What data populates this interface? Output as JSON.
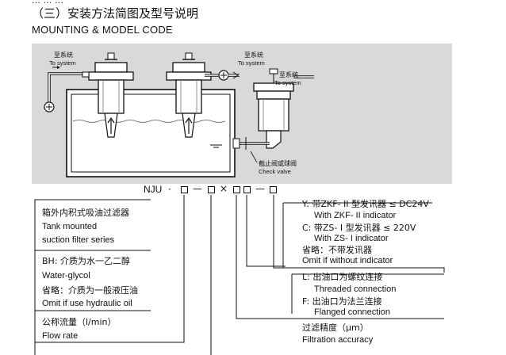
{
  "cropped_header": "… … …",
  "heading": {
    "cn": "（三）安装方法简图及型号说明",
    "en": "MOUNTING & MODEL CODE"
  },
  "diagram": {
    "outlet_left": {
      "cn": "至系统",
      "en": "To system"
    },
    "outlet_right": {
      "cn": "至系统",
      "en": "To system"
    },
    "check_valve": {
      "cn": "截止阀或球阀",
      "en": "Check valve"
    },
    "colors": {
      "panel": "#d7d7d7",
      "line": "#111111"
    }
  },
  "code": {
    "prefix": "NJU",
    "dot": "·",
    "dash1": "—",
    "times": "×",
    "dash2": "—"
  },
  "tank_filter": {
    "cn": "箱外内积式吸油过滤器",
    "en1": "Tank mounted",
    "en2": "suction filter series"
  },
  "medium": {
    "bh_cn": "BH: 介质为水一乙二醇",
    "bh_en": "Water-glycol",
    "omit_cn": "省略：介质为一般液压油",
    "omit_en": "Omit if use hydraulic oil"
  },
  "flow": {
    "cn": "公称流量（l/min）",
    "en": "Flow rate"
  },
  "indicator": {
    "y_cn": "Y: 带ZKF- II 型发讯器 ≤ DC24V",
    "y_en": "With ZKF- II indicator",
    "c_cn": "C: 带ZS- I 型发讯器 ≤ 220V",
    "c_en": "With ZS- I indicator",
    "none_cn": "省略：不带发讯器",
    "none_en": "Omit if without indicator"
  },
  "connection": {
    "l_cn": "L: 出油口为螺纹连接",
    "l_en": "Threaded connection",
    "f_cn": "F: 出油口为法兰连接",
    "f_en": "Flanged connection"
  },
  "precision": {
    "cn": "过滤精度（μm）",
    "en": "Filtration accuracy"
  }
}
